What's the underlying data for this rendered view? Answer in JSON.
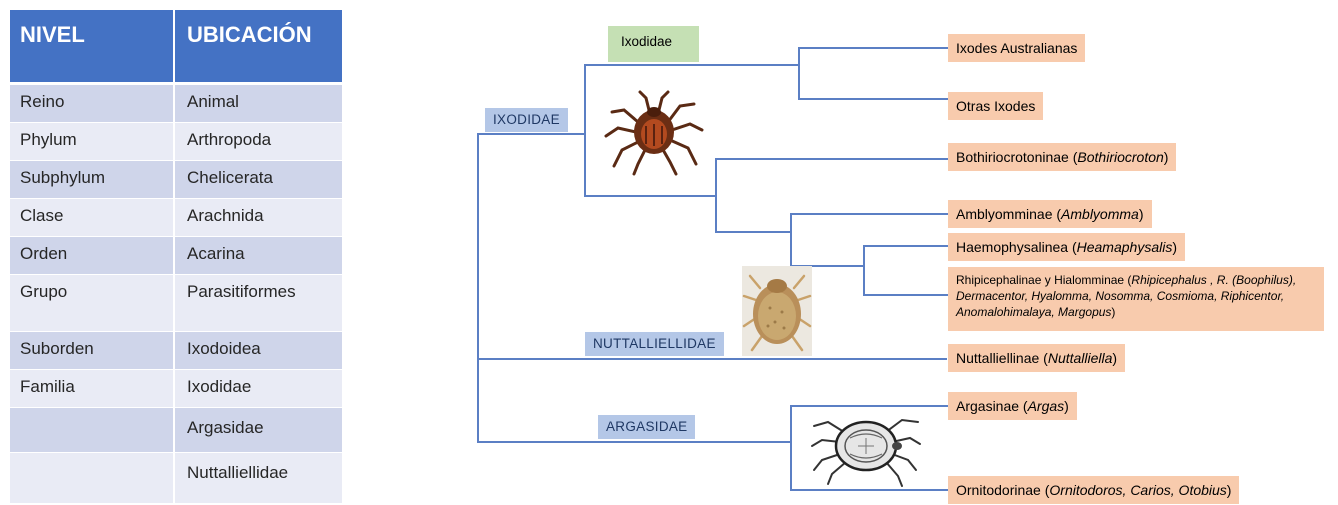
{
  "table": {
    "headers": [
      "NIVEL",
      "UBICACIÓN"
    ],
    "rows": [
      {
        "nivel": "Reino",
        "ubicacion": "Animal"
      },
      {
        "nivel": "Phylum",
        "ubicacion": "Arthropoda"
      },
      {
        "nivel": "Subphylum",
        "ubicacion": "Chelicerata"
      },
      {
        "nivel": "Clase",
        "ubicacion": "Arachnida"
      },
      {
        "nivel": "Orden",
        "ubicacion": "Acarina"
      },
      {
        "nivel": "Grupo",
        "ubicacion": "Parasitiformes"
      },
      {
        "nivel": "Suborden",
        "ubicacion": "Ixodoidea"
      },
      {
        "nivel": "Familia",
        "ubicacion": "Ixodidae"
      },
      {
        "nivel": "",
        "ubicacion": "Argasidae"
      },
      {
        "nivel": "",
        "ubicacion": "Nuttalliellidae"
      }
    ]
  },
  "tree": {
    "families": {
      "ixodidae": "IXODIDAE",
      "nuttalliellidae": "NUTTALLIELLIDAE",
      "argasidae": "ARGASIDAE"
    },
    "ixodidae_badge": "Ixodidae",
    "leaves": {
      "ixodes_australianas": "Ixodes Australianas",
      "otras_ixodes": "Otras Ixodes",
      "bothriocrotoninae": {
        "name": "Bothiriocrotoninae (",
        "genus": "Bothiriocroton",
        "close": ")"
      },
      "amblyomminae": {
        "name": "Amblyomminae (",
        "genus": "Amblyomma",
        "close": ")"
      },
      "haemophysalinea": {
        "name": "Haemophysalinea (",
        "genus": "Heamaphysalis",
        "close": ")"
      },
      "rhipicephalinae": {
        "name": "Rhipicephalinae y Hialomminae (",
        "genus": "Rhipicephalus , R. (Boophilus), Dermacentor,  Hyalomma, Nosomma, Cosmioma, Riphicentor, Anomalohimalaya, Margopus",
        "close": ")"
      },
      "nuttalliellinae": {
        "name": "Nuttalliellinae (",
        "genus": "Nuttalliella",
        "close": ")"
      },
      "argasinae": {
        "name": "Argasinae (",
        "genus": "Argas",
        "close": ")"
      },
      "ornitodorinae": {
        "name": "Ornitodorinae (",
        "genus": "Ornitodoros, Carios, Otobius",
        "close": ")"
      }
    },
    "colors": {
      "line": "#5b7fc4",
      "family_label_bg": "#b4c7e7",
      "leaf_bg": "#f8cbad",
      "badge_bg": "#c5e0b4",
      "table_header_bg": "#4472c4"
    }
  }
}
